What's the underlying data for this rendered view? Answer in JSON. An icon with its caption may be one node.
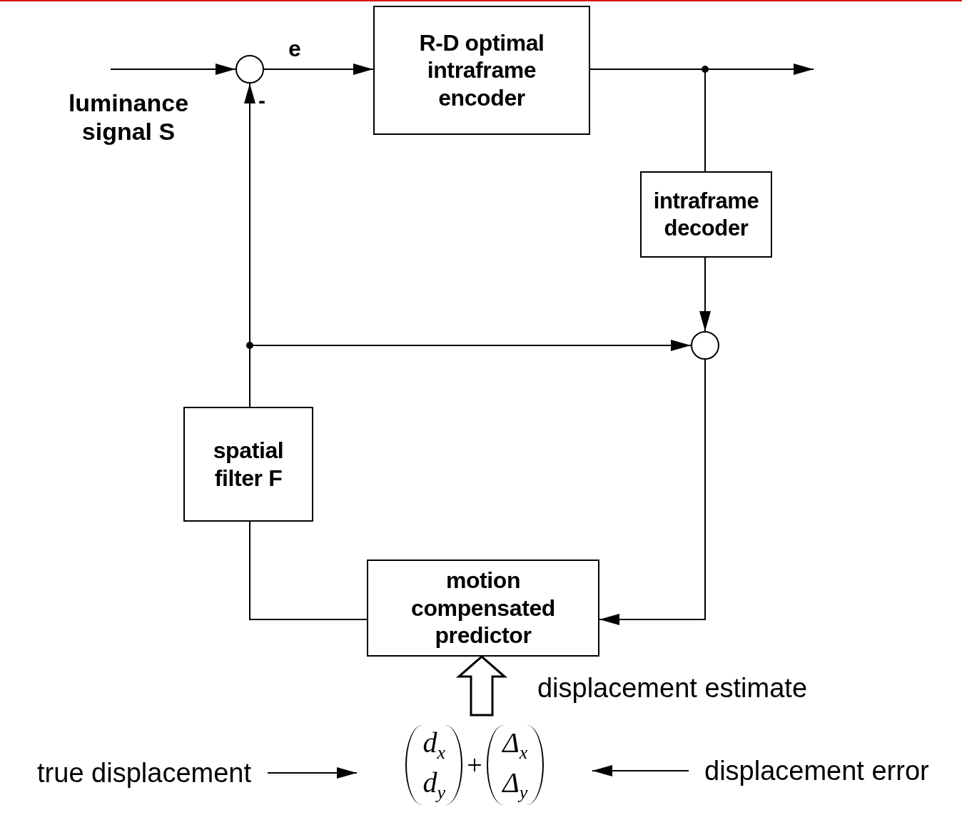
{
  "diagram": {
    "nodes": [
      {
        "text": [],
        "shape": "circle",
        "beside": [
          "-"
        ]
      },
      {
        "text": [
          "R-D optimal intraframe encoder"
        ]
      },
      {
        "text": [
          "intraframe decoder"
        ]
      },
      {
        "text": [],
        "shape": "circle"
      },
      {
        "text": [
          "spatial filter F"
        ]
      },
      {
        "text": [
          "motion compensated predictor"
        ]
      },
      {
        "text": [
          "d$_{x}$",
          "d$_{y}$",
          "+",
          "Δ$_{x}$",
          "Δ$_{y}$"
        ]
      },
      {
        "text": [
          "true displacement"
        ]
      },
      {
        "text": [
          "displacement error"
        ]
      }
    ],
    "edges": [
      {
        "from": null,
        "to": 0,
        "arrow": "to",
        "label": "luminance signal S"
      },
      {
        "from": 0,
        "to": 1,
        "arrow": "to",
        "label": "e"
      },
      {
        "from": 1,
        "to": null,
        "arrow": "to"
      },
      {
        "from": 1,
        "to": 2,
        "arrow": "none"
      },
      {
        "from": 2,
        "to": 3,
        "arrow": "to"
      },
      {
        "from": 4,
        "to": 0,
        "arrow": "to"
      },
      {
        "from": 4,
        "to": 3,
        "arrow": "to"
      },
      {
        "from": 3,
        "to": 5,
        "arrow": "to"
      },
      {
        "from": 5,
        "to": 4,
        "arrow": "none"
      },
      {
        "from": 6,
        "to": 5,
        "arrow": "to",
        "style": "thick",
        "label": "displacement estimate"
      },
      {
        "from": 7,
        "to": 6,
        "arrow": "to"
      },
      {
        "from": 8,
        "to": 6,
        "arrow": "to"
      }
    ]
  }
}
